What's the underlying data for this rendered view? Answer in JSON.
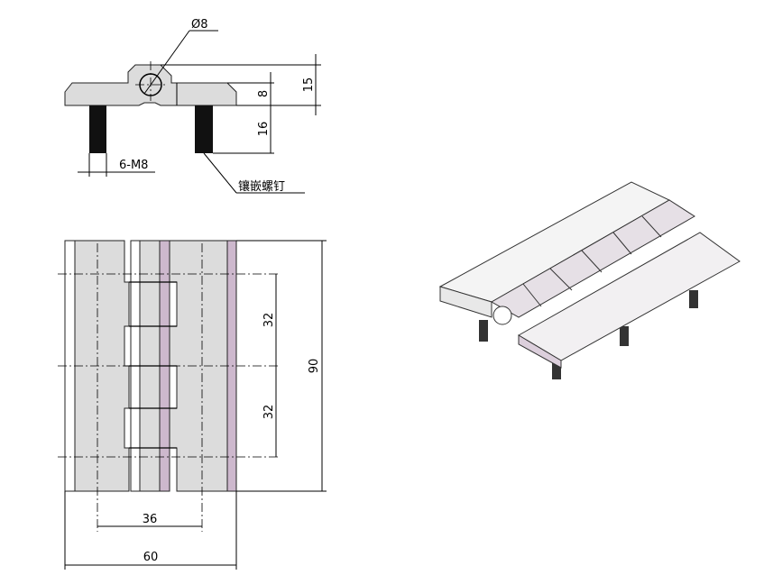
{
  "top_view": {
    "diameter_label": "Ø8",
    "height_total": "15",
    "height_plate": "8",
    "screw_length": "16",
    "thread_label": "6-M8",
    "callout_label": "镶嵌螺钉"
  },
  "front_view": {
    "pitch_upper": "32",
    "pitch_lower": "32",
    "total_length": "90",
    "hole_spacing": "36",
    "total_width": "60"
  },
  "colors": {
    "metal": "#dcdcdc",
    "edge": "#cdb8cd"
  }
}
